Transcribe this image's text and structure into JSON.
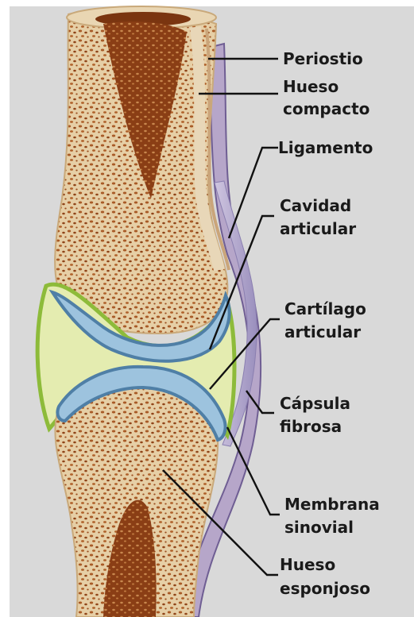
{
  "labels": {
    "periostio": "Periostio",
    "hueso_compacto_1": "Hueso",
    "hueso_compacto_2": "compacto",
    "ligamento": "Ligamento",
    "cavidad_1": "Cavidad",
    "cavidad_2": "articular",
    "cartilago_1": "Cartílago",
    "cartilago_2": "articular",
    "capsula_1": "Cápsula",
    "capsula_2": "fibrosa",
    "membrana_1": "Membrana",
    "membrana_2": "sinovial",
    "esponjoso_1": "Hueso",
    "esponjoso_2": "esponjoso"
  },
  "colors": {
    "background": "#d9d9d9",
    "bone": "#ead7b3",
    "marrow": "#9c4a1c",
    "cartilage": "#9dc3de",
    "cartilage_edge": "#4f7fa6",
    "synovial_fluid": "#e4ecb0",
    "synovial_membrane": "#8dbb3a",
    "ligament": "#b9b3d2",
    "capsule": "#7d6a9b",
    "periosteum": "#d8c09a"
  }
}
